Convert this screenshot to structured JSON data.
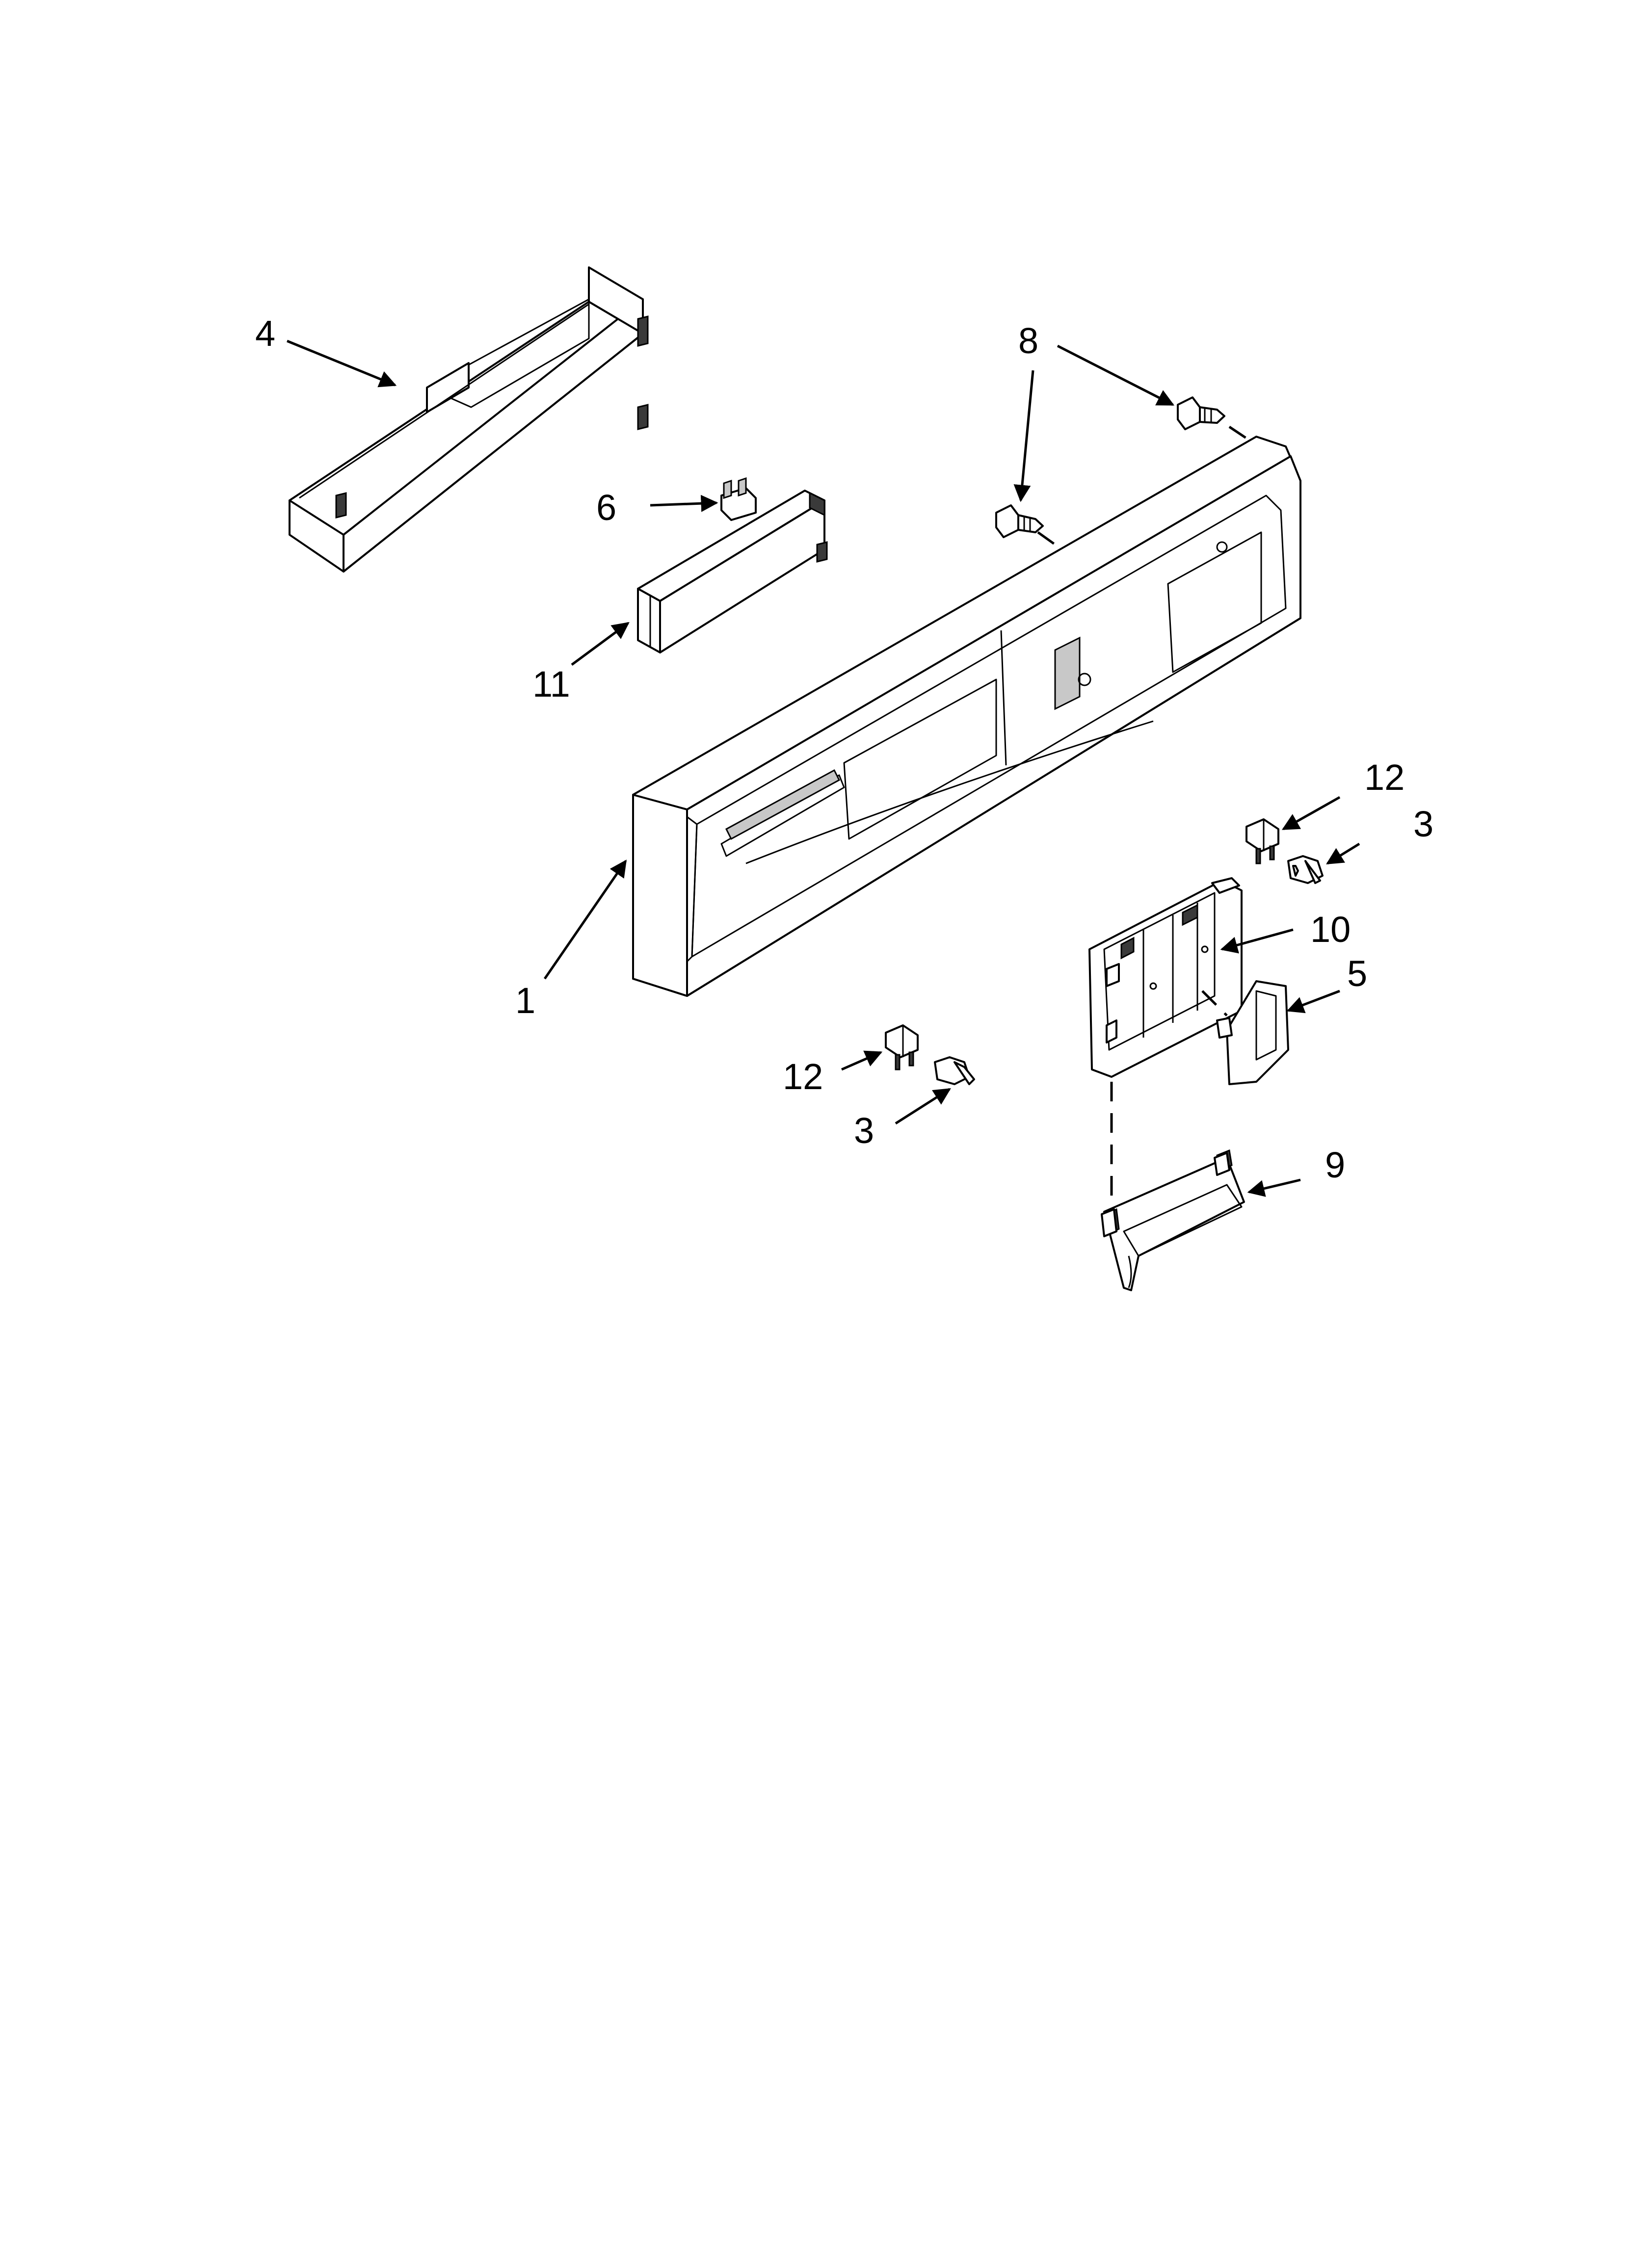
{
  "callouts": {
    "c1": "1",
    "c3a": "3",
    "c3b": "3",
    "c4": "4",
    "c5": "5",
    "c6": "6",
    "c8": "8",
    "c9": "9",
    "c10": "10",
    "c11": "11",
    "c12a": "12",
    "c12b": "12"
  },
  "parts": [
    {
      "number": "1",
      "name": "control-panel-console"
    },
    {
      "number": "3",
      "name": "screw"
    },
    {
      "number": "4",
      "name": "panel-cover"
    },
    {
      "number": "5",
      "name": "clip"
    },
    {
      "number": "6",
      "name": "clip"
    },
    {
      "number": "8",
      "name": "screw"
    },
    {
      "number": "9",
      "name": "handle"
    },
    {
      "number": "10",
      "name": "bracket"
    },
    {
      "number": "11",
      "name": "control-module"
    },
    {
      "number": "12",
      "name": "clip"
    }
  ]
}
